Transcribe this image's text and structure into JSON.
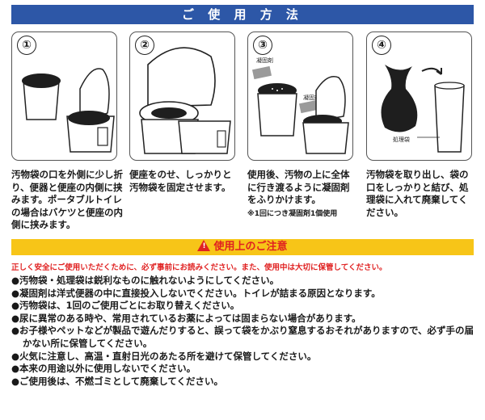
{
  "title": "ご 使 用 方 法",
  "steps": [
    {
      "number": "①",
      "text": "汚物袋の口を外側に少し折り、便器と便座の内側に挟みます。ポータブルトイレの場合はバケツと便座の内側に挟みます。"
    },
    {
      "number": "②",
      "text": "便座をのせ、しっかりと汚物袋を固定させます。"
    },
    {
      "number": "③",
      "text": "使用後、汚物の上に全体に行き渡るように凝固剤をふりかけます。",
      "note": "※1回につき凝固剤1個使用",
      "label_a": "凝固剤",
      "label_b": "凝固剤"
    },
    {
      "number": "④",
      "text": "汚物袋を取り出し、袋の口をしっかりと結び、処理袋に入れて廃棄してください。",
      "label": "処理袋"
    }
  ],
  "caution": {
    "icon": "warning-triangle-icon",
    "title": "使用上のご注意",
    "intro": "正しく安全にご使用いただくために、必ず事前にお読みください。また、使用中は大切に保管してください。",
    "items": [
      "●汚物袋・処理袋は鋭利なものに触れないようにしてください。",
      "●凝固剤は洋式便器の中に直接投入しないでください。トイレが詰まる原因となります。",
      "●汚物袋は、1回のご使用ごとにお取り替えください。",
      "●尿に異常のある時や、常用されているお薬によっては固まらない場合があります。",
      "●お子様やペットなどが製品で遊んだりすると、誤って袋をかぶり窒息するおそれがありますので、必ず手の届かない所に保管してください。",
      "●火気に注意し、高温・直射日光のあたる所を避けて保管してください。",
      "●本来の用途以外に使用しないでください。",
      "●ご使用後は、不燃ゴミとして廃棄してください。"
    ]
  },
  "colors": {
    "title_bg": "#2d57a7",
    "caution_bg": "#f7c518",
    "caution_text": "#e02121"
  }
}
